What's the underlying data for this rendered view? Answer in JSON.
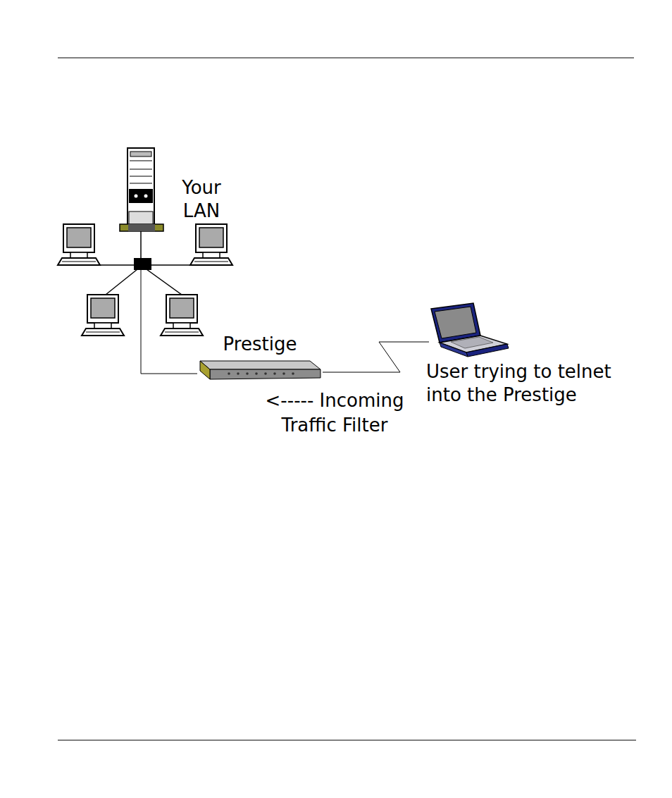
{
  "diagram": {
    "nodes": [
      {
        "text": [
          "Your LAN"
        ]
      },
      {
        "text": [
          "Prestige"
        ]
      },
      {
        "text": [
          "User trying to telnet into the Prestige"
        ]
      }
    ],
    "edges": [
      {
        "from": 0,
        "to": 1,
        "arrow": "none"
      },
      {
        "from": 1,
        "to": 2,
        "arrow": "none"
      }
    ],
    "labels": [
      "<----- Incoming Traffic Filter"
    ]
  }
}
